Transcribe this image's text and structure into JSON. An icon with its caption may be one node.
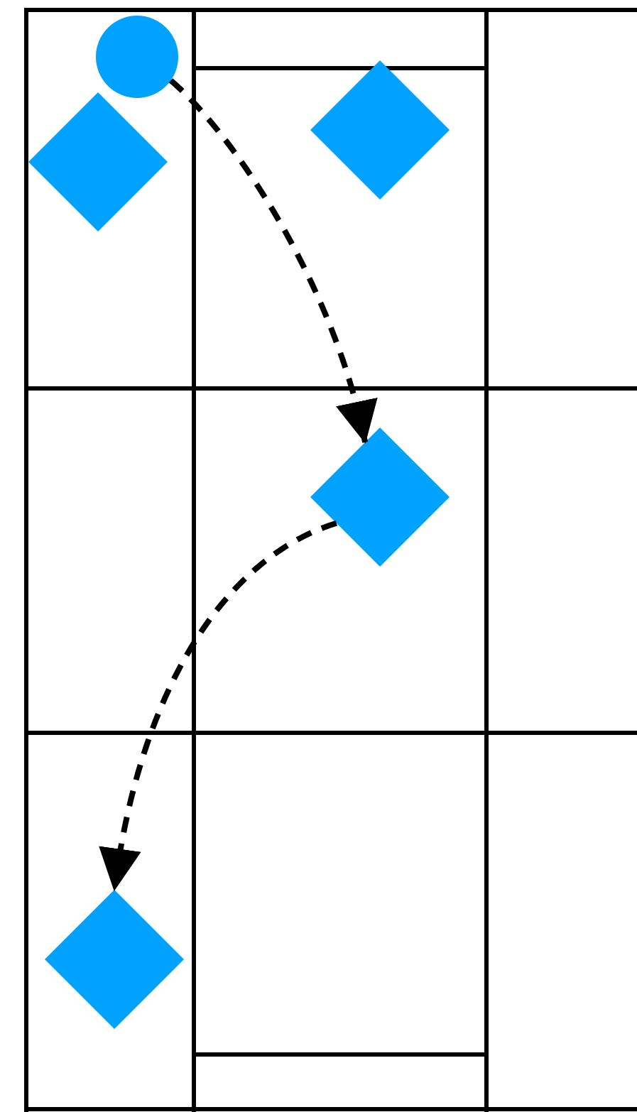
{
  "diagram": {
    "nodes": [
      {
        "text": [],
        "shape": "circle"
      },
      {
        "text": [],
        "shape": "diamond"
      },
      {
        "text": [],
        "shape": "diamond"
      },
      {
        "text": [],
        "shape": "diamond"
      },
      {
        "text": [],
        "shape": "diamond"
      }
    ],
    "edges": [
      {
        "from": 0,
        "to": 3,
        "arrow": "to",
        "style": "dashed"
      },
      {
        "from": 3,
        "to": 4,
        "arrow": "to",
        "style": "dashed"
      }
    ]
  }
}
